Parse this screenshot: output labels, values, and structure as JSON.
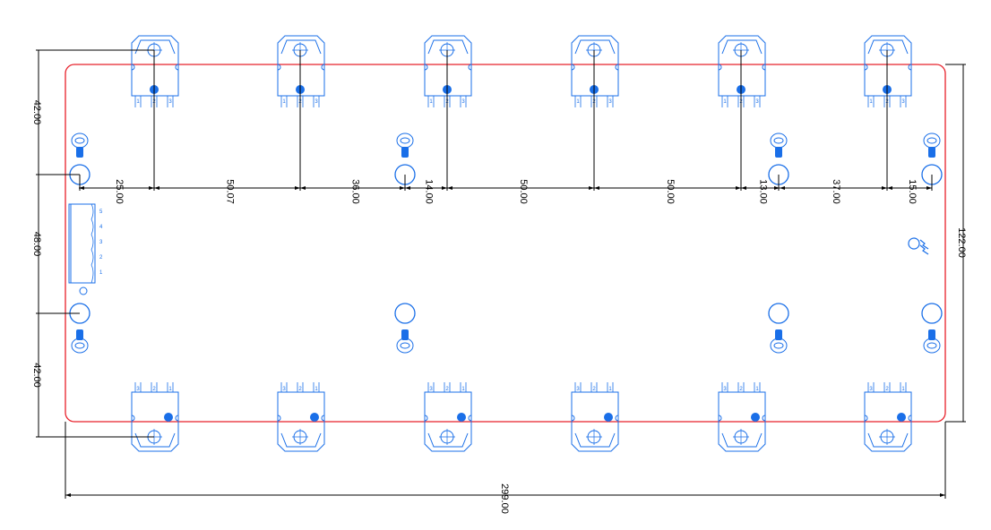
{
  "colors": {
    "outline": "#e8202a",
    "component": "#1a6fe8",
    "dimension": "#000000"
  },
  "component_pin_labels": [
    "1",
    "2",
    "3"
  ],
  "connector_labels": [
    "1",
    "2",
    "3",
    "4",
    "5"
  ],
  "horizontal_dimensions": [
    "25.00",
    "50.07",
    "36.00",
    "14.00",
    "50.00",
    "50.00",
    "13.00",
    "37.00",
    "15.00"
  ],
  "left_dimensions": [
    "42.00",
    "48.00",
    "42.00"
  ],
  "height_dimension": "122.00",
  "width_dimension": "299.00"
}
